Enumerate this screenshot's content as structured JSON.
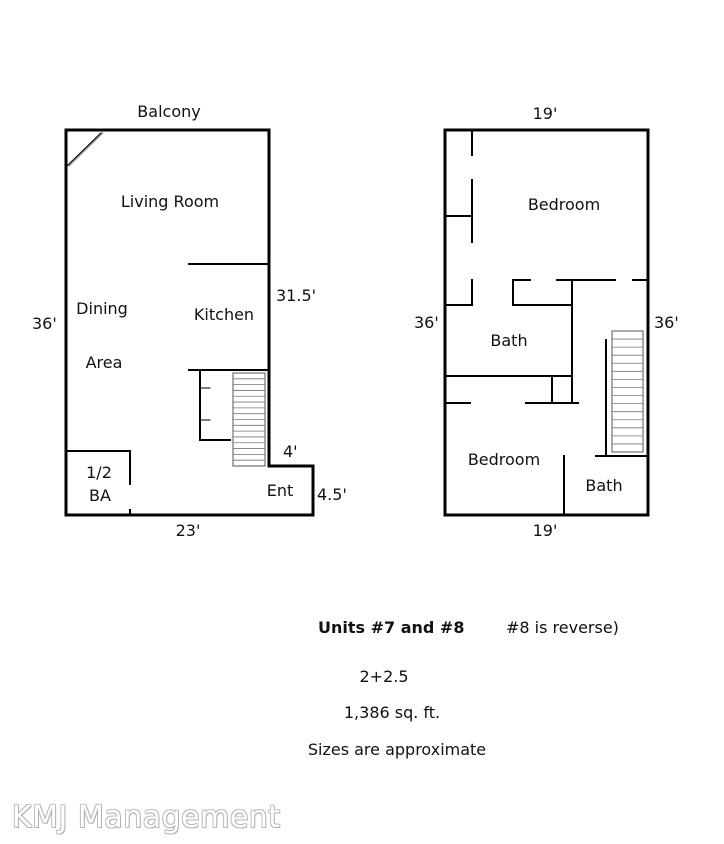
{
  "left_plan": {
    "balcony": "Balcony",
    "living_room": "Living Room",
    "dining": "Dining",
    "area": "Area",
    "kitchen": "Kitchen",
    "dim_31_5": "31.5'",
    "dim_36": "36'",
    "dim_4": "4'",
    "dim_4_5": "4.5'",
    "dim_23": "23'",
    "half_bath_line1": "1/2",
    "half_bath_line2": "BA",
    "entry": "Ent"
  },
  "right_plan": {
    "dim_top": "19'",
    "dim_left": "36'",
    "dim_right": "36'",
    "dim_bottom": "19'",
    "bedroom_top": "Bedroom",
    "bath_middle": "Bath",
    "bedroom_bottom": "Bedroom",
    "bath_bottom": "Bath"
  },
  "info": {
    "units": "Units #7 and #8",
    "reverse_note": "#8 is reverse)",
    "beds_baths": "2+2.5",
    "sqft": "1,386 sq. ft.",
    "disclaimer": "Sizes are approximate"
  },
  "watermark": "KMJ Management"
}
